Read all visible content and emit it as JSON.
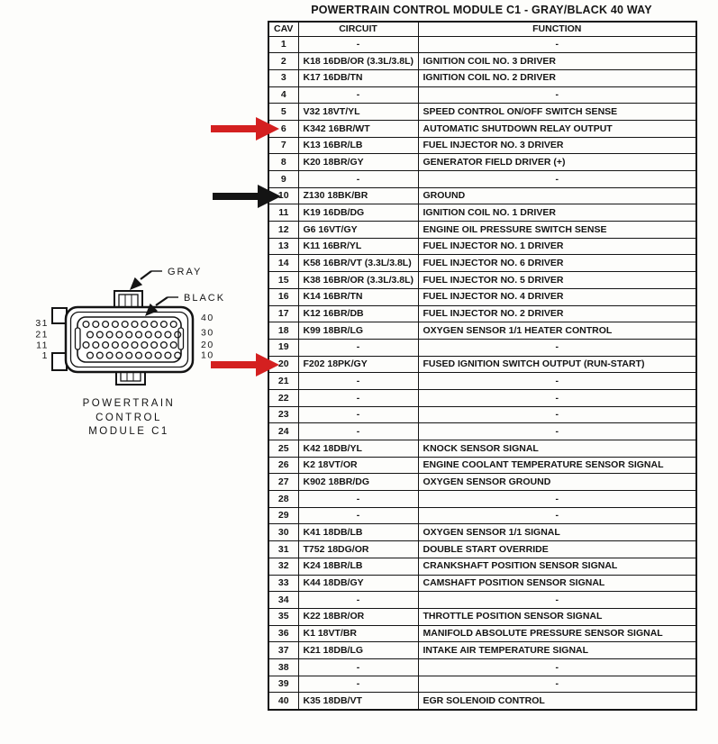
{
  "title": "POWERTRAIN CONTROL MODULE C1 - GRAY/BLACK 40 WAY",
  "table": {
    "headers": [
      "CAV",
      "CIRCUIT",
      "FUNCTION"
    ],
    "rows": [
      {
        "cav": "1",
        "circuit": "-",
        "function": "-"
      },
      {
        "cav": "2",
        "circuit": "K18 16DB/OR (3.3L/3.8L)",
        "function": "IGNITION COIL NO. 3 DRIVER"
      },
      {
        "cav": "3",
        "circuit": "K17 16DB/TN",
        "function": "IGNITION COIL NO. 2 DRIVER"
      },
      {
        "cav": "4",
        "circuit": "-",
        "function": "-"
      },
      {
        "cav": "5",
        "circuit": "V32 18VT/YL",
        "function": "SPEED CONTROL ON/OFF SWITCH SENSE"
      },
      {
        "cav": "6",
        "circuit": "K342 16BR/WT",
        "function": "AUTOMATIC SHUTDOWN RELAY OUTPUT"
      },
      {
        "cav": "7",
        "circuit": "K13 16BR/LB",
        "function": "FUEL INJECTOR NO. 3 DRIVER"
      },
      {
        "cav": "8",
        "circuit": "K20 18BR/GY",
        "function": "GENERATOR FIELD DRIVER (+)"
      },
      {
        "cav": "9",
        "circuit": "-",
        "function": "-"
      },
      {
        "cav": "10",
        "circuit": "Z130 18BK/BR",
        "function": "GROUND"
      },
      {
        "cav": "11",
        "circuit": "K19 16DB/DG",
        "function": "IGNITION COIL NO. 1 DRIVER"
      },
      {
        "cav": "12",
        "circuit": "G6 16VT/GY",
        "function": "ENGINE OIL PRESSURE SWITCH SENSE"
      },
      {
        "cav": "13",
        "circuit": "K11 16BR/YL",
        "function": "FUEL INJECTOR NO. 1 DRIVER"
      },
      {
        "cav": "14",
        "circuit": "K58 16BR/VT (3.3L/3.8L)",
        "function": "FUEL INJECTOR NO. 6 DRIVER"
      },
      {
        "cav": "15",
        "circuit": "K38 16BR/OR (3.3L/3.8L)",
        "function": "FUEL INJECTOR NO. 5 DRIVER"
      },
      {
        "cav": "16",
        "circuit": "K14 16BR/TN",
        "function": "FUEL INJECTOR NO. 4 DRIVER"
      },
      {
        "cav": "17",
        "circuit": "K12 16BR/DB",
        "function": "FUEL INJECTOR NO. 2 DRIVER"
      },
      {
        "cav": "18",
        "circuit": "K99 18BR/LG",
        "function": "OXYGEN SENSOR 1/1 HEATER CONTROL"
      },
      {
        "cav": "19",
        "circuit": "-",
        "function": "-"
      },
      {
        "cav": "20",
        "circuit": "F202 18PK/GY",
        "function": "FUSED IGNITION SWITCH OUTPUT (RUN-START)"
      },
      {
        "cav": "21",
        "circuit": "-",
        "function": "-"
      },
      {
        "cav": "22",
        "circuit": "-",
        "function": "-"
      },
      {
        "cav": "23",
        "circuit": "-",
        "function": "-"
      },
      {
        "cav": "24",
        "circuit": "-",
        "function": "-"
      },
      {
        "cav": "25",
        "circuit": "K42 18DB/YL",
        "function": "KNOCK SENSOR SIGNAL"
      },
      {
        "cav": "26",
        "circuit": "K2 18VT/OR",
        "function": "ENGINE COOLANT TEMPERATURE SENSOR SIGNAL"
      },
      {
        "cav": "27",
        "circuit": "K902 18BR/DG",
        "function": "OXYGEN SENSOR GROUND"
      },
      {
        "cav": "28",
        "circuit": "-",
        "function": "-"
      },
      {
        "cav": "29",
        "circuit": "-",
        "function": "-"
      },
      {
        "cav": "30",
        "circuit": "K41 18DB/LB",
        "function": "OXYGEN SENSOR 1/1 SIGNAL"
      },
      {
        "cav": "31",
        "circuit": "T752 18DG/OR",
        "function": "DOUBLE START OVERRIDE"
      },
      {
        "cav": "32",
        "circuit": "K24 18BR/LB",
        "function": "CRANKSHAFT POSITION SENSOR SIGNAL"
      },
      {
        "cav": "33",
        "circuit": "K44 18DB/GY",
        "function": "CAMSHAFT POSITION SENSOR SIGNAL"
      },
      {
        "cav": "34",
        "circuit": "-",
        "function": "-"
      },
      {
        "cav": "35",
        "circuit": "K22 18BR/OR",
        "function": "THROTTLE POSITION SENSOR SIGNAL"
      },
      {
        "cav": "36",
        "circuit": "K1 18VT/BR",
        "function": "MANIFOLD ABSOLUTE PRESSURE SENSOR SIGNAL"
      },
      {
        "cav": "37",
        "circuit": "K21 18DB/LG",
        "function": "INTAKE AIR TEMPERATURE SIGNAL"
      },
      {
        "cav": "38",
        "circuit": "-",
        "function": "-"
      },
      {
        "cav": "39",
        "circuit": "-",
        "function": "-"
      },
      {
        "cav": "40",
        "circuit": "K35 18DB/VT",
        "function": "EGR SOLENOID CONTROL"
      }
    ]
  },
  "connector": {
    "gray_label": "GRAY",
    "black_label": "BLACK",
    "left_pin_numbers": [
      "31",
      "21",
      "11",
      "1"
    ],
    "right_pin_numbers": [
      "40",
      "30",
      "20",
      "10"
    ],
    "caption_lines": [
      "POWERTRAIN",
      "CONTROL",
      "MODULE C1"
    ]
  },
  "annotations": {
    "arrows": [
      {
        "points_to_cav": "6",
        "color": "#d42020"
      },
      {
        "points_to_cav": "10",
        "color": "#141414"
      },
      {
        "points_to_cav": "20",
        "color": "#d42020"
      }
    ]
  },
  "colors": {
    "arrow_red": "#d42020",
    "line_black": "#141414",
    "background": "#fdfdfb"
  }
}
